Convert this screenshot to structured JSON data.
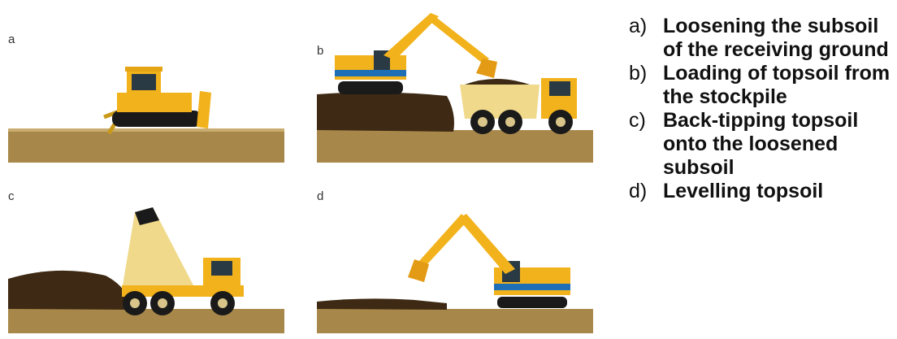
{
  "panels": [
    {
      "letter": "a"
    },
    {
      "letter": "b"
    },
    {
      "letter": "c"
    },
    {
      "letter": "d"
    }
  ],
  "legend": [
    {
      "key": "a)",
      "text": "Loosening the subsoil of the receiving ground"
    },
    {
      "key": "b)",
      "text": "Loading of topsoil from the stockpile"
    },
    {
      "key": "c)",
      "text": "Back-tipping topsoil onto the loosened subsoil"
    },
    {
      "key": "d)",
      "text": "Levelling topsoil"
    }
  ],
  "colors": {
    "ground": "#a8884a",
    "topsoil": "#3e2a14",
    "machine_yellow": "#f2b21b",
    "dump_body": "#f0d98a",
    "cab_blue": "#1e6fb6",
    "track": "#1a1a1a"
  }
}
